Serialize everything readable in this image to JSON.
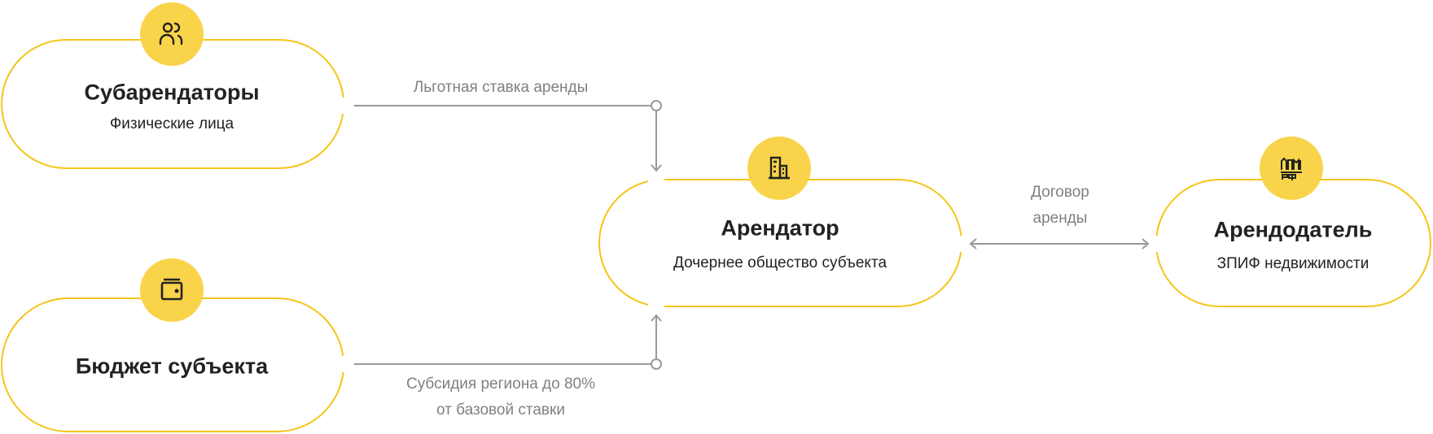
{
  "colors": {
    "accent": "#f5c518",
    "icon_bg": "#f9d44a",
    "connector": "#999999",
    "text": "#222222",
    "label": "#808080"
  },
  "nodes": {
    "subtenants": {
      "title": "Субарендаторы",
      "subtitle": "Физические лица",
      "icon": "users-icon"
    },
    "budget": {
      "title": "Бюджет субъекта",
      "icon": "wallet-icon"
    },
    "tenant": {
      "title": "Арендатор",
      "subtitle": "Дочернее общество субъекта",
      "icon": "building-icon"
    },
    "landlord": {
      "title": "Арендодатель",
      "subtitle": "ЗПИФ недвижимости",
      "icon": "dom-rf-logo-icon"
    }
  },
  "edges": {
    "rent_rate": {
      "label": "Льготная ставка аренды"
    },
    "subsidy": {
      "line1": "Субсидия региона до 80%",
      "line2": "от базовой ставки"
    },
    "contract": {
      "line1": "Договор",
      "line2": "аренды"
    }
  }
}
